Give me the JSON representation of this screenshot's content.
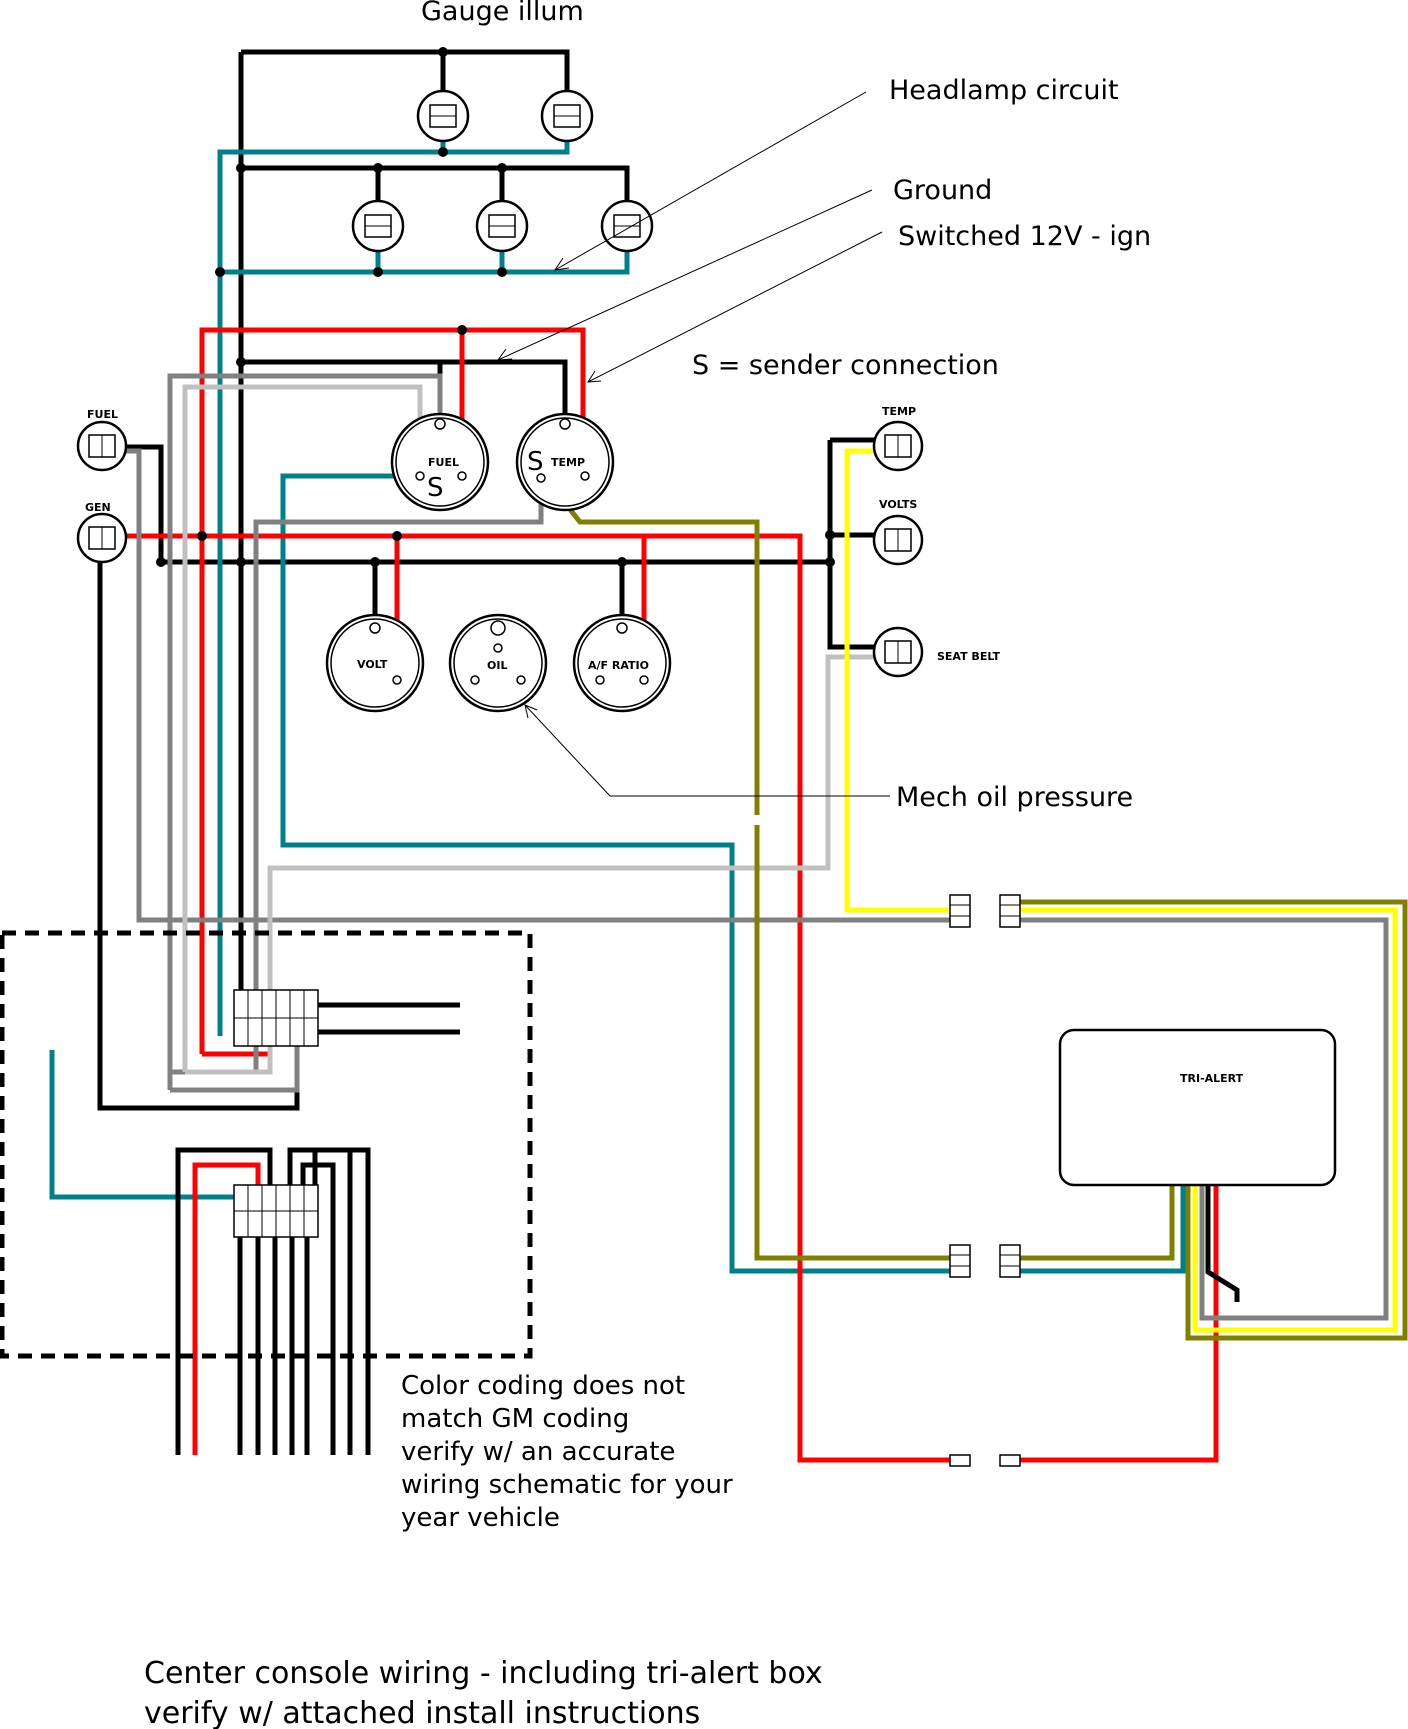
{
  "labels": {
    "gauge_illum": "Gauge illum",
    "headlamp_circuit": "Headlamp circuit",
    "ground": "Ground",
    "switched_12v": "Switched 12V - ign",
    "sender_connection": "S =  sender connection",
    "mech_oil_pressure": "Mech oil pressure"
  },
  "indicators": {
    "fuel": "FUEL",
    "gen": "GEN",
    "temp": "TEMP",
    "volts": "VOLTS",
    "seat_belt": "SEAT BELT"
  },
  "gauges": {
    "fuel": "FUEL",
    "fuel_sender": "S",
    "temp": "TEMP",
    "temp_sender": "S",
    "volt": "VOLT",
    "oil": "OIL",
    "af_ratio": "A/F RATIO"
  },
  "tri_alert": "TRI-ALERT",
  "note_lines": [
    "Color coding does not",
    "match GM coding",
    "verify w/ an accurate",
    "wiring schematic for your",
    "year vehicle"
  ],
  "caption_lines": [
    "Center console wiring - including tri-alert box",
    "verify w/ attached install instructions"
  ],
  "wire_colors": {
    "black": "#000000",
    "teal": "#00808a",
    "red": "#ff0000",
    "gray": "#808080",
    "light_gray": "#c0c0c0",
    "yellow": "#ffff00",
    "olive": "#808000"
  }
}
